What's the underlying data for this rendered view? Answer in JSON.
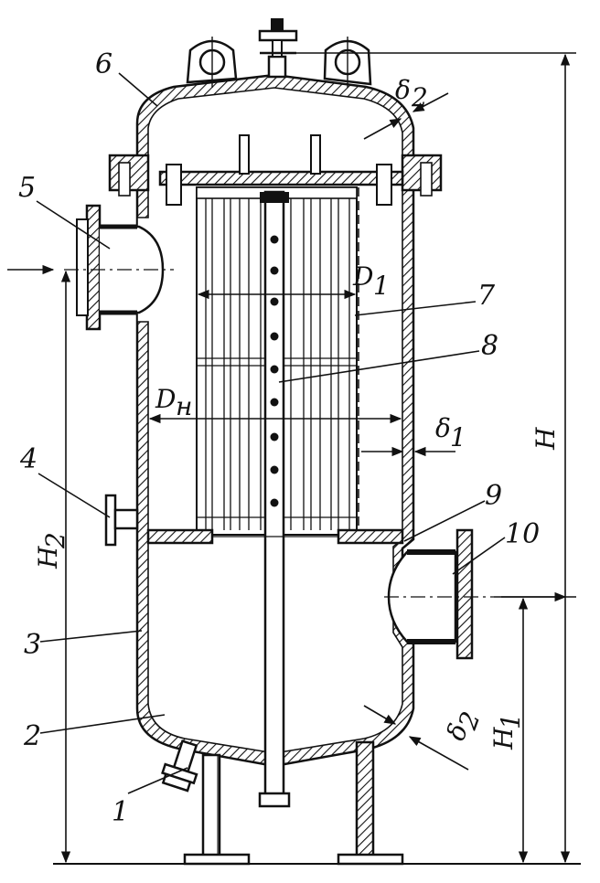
{
  "callouts": [
    "1",
    "2",
    "3",
    "4",
    "5",
    "6",
    "7",
    "8",
    "9",
    "10"
  ],
  "dimensions": {
    "total_height": "H",
    "outlet_height": "H",
    "outlet_height_sub": "1",
    "inlet_height": "H",
    "inlet_height_sub": "2",
    "inner_diameter": "D",
    "inner_diameter_sub": "1",
    "outer_diameter": "D",
    "outer_diameter_sub": "н",
    "wall_thickness": "δ",
    "wall_thickness_sub": "1",
    "head_thickness": "δ",
    "head_thickness_sub": "2",
    "bottom_thickness": "δ",
    "bottom_thickness_sub": "2"
  },
  "colors": {
    "ink": "#111111",
    "paper": "#ffffff"
  }
}
